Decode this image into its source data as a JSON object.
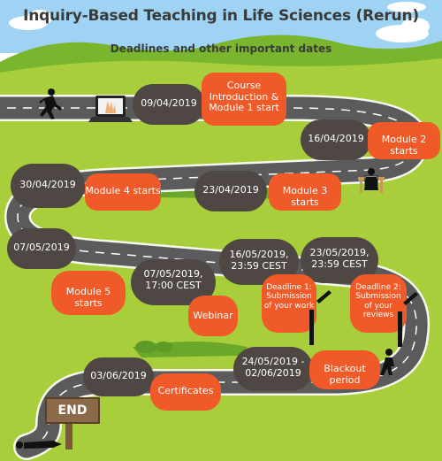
{
  "header": {
    "title": "Inquiry-Based Teaching in Life Sciences (Rerun)",
    "subtitle": "Deadlines and other important dates"
  },
  "colors": {
    "road": "#5b5b5b",
    "road_line": "#ffffff",
    "grass": "#a9cf3a",
    "hills": "#7ab830",
    "sky": "#8ec9ee",
    "date_badge": "#4f4743",
    "event_badge": "#f05a28"
  },
  "icons": [
    "runner-icon",
    "laptop-icon",
    "reader-icon",
    "writer-icon",
    "pencil-icon",
    "lying-person-icon"
  ],
  "milestones": [
    {
      "date": "09/04/2019",
      "event": "Course Introduction & Module 1 start"
    },
    {
      "date": "16/04/2019",
      "event": "Module 2 starts"
    },
    {
      "date": "23/04/2019",
      "event": "Module 3 starts"
    },
    {
      "date": "30/04/2019",
      "event": "Module 4 starts"
    },
    {
      "date": "07/05/2019",
      "event": "Module 5 starts"
    },
    {
      "date": "07/05/2019, 17:00 CEST",
      "event": "Webinar"
    },
    {
      "date": "16/05/2019, 23:59 CEST",
      "event": "Deadline 1: Submission of your work"
    },
    {
      "date": "23/05/2019, 23:59 CEST",
      "event": "Deadline 2: Submission of your reviews"
    },
    {
      "date": "24/05/2019 - 02/06/2019",
      "event": "Blackout period"
    },
    {
      "date": "03/06/2019",
      "event": "Certificates"
    }
  ],
  "end_sign": "END"
}
